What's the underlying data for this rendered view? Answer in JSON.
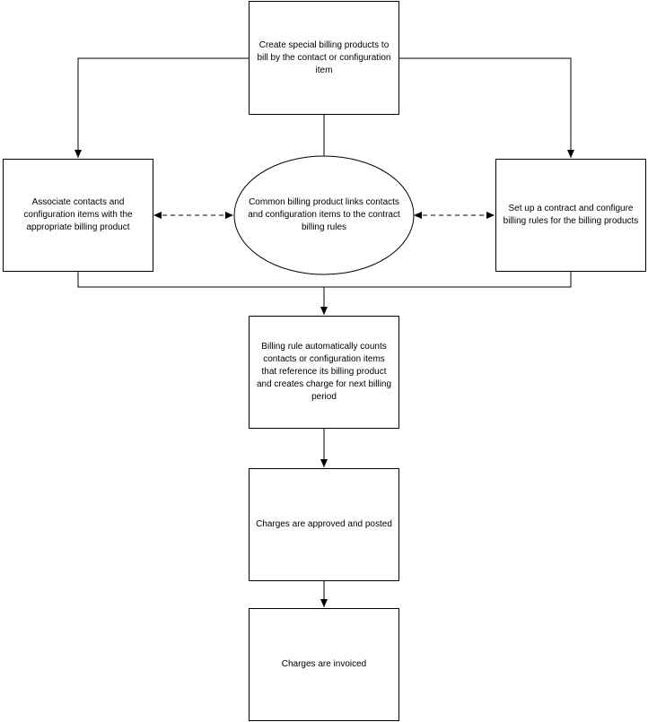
{
  "nodes": {
    "create_products": "Create special billing products to bill by the contact or configuration item",
    "associate": "Associate contacts and configuration items with the appropriate billing product",
    "common_product": "Common billing product links contacts and configuration items to the contract billing rules",
    "setup_contract": "Set up a contract  and configure billing rules for the billing products",
    "billing_rule": "Billing rule automatically counts contacts or configuration items that reference its billing product and creates charge for next billing period",
    "approved": "Charges are approved and posted",
    "invoiced": "Charges are invoiced"
  },
  "colors": {
    "stroke": "#000000",
    "fill": "#ffffff"
  }
}
